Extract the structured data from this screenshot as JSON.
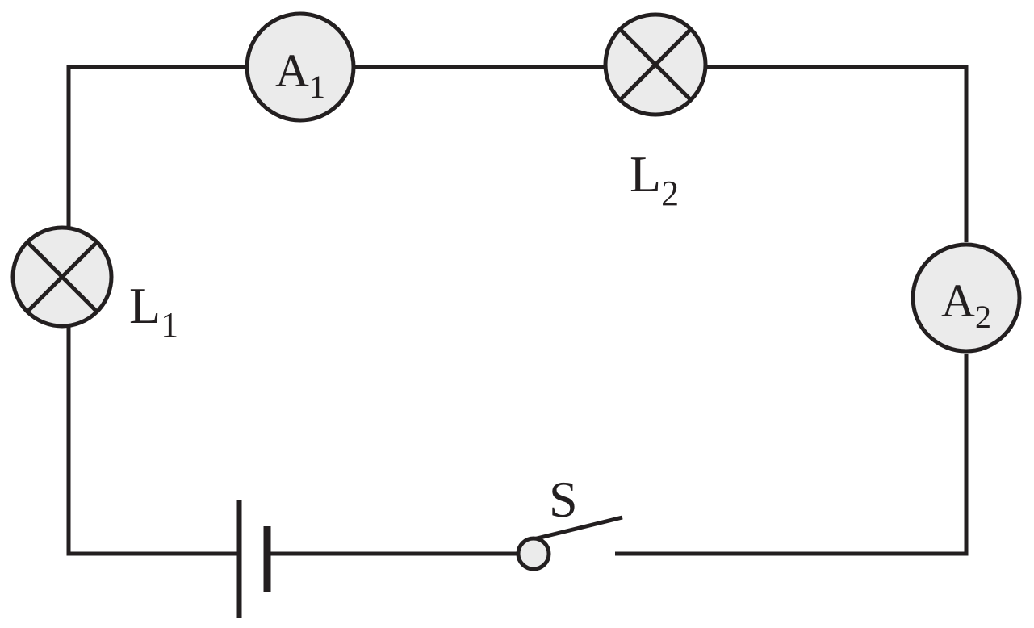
{
  "diagram": {
    "components": {
      "ammeter_1": {
        "letter": "A",
        "subscript": "1"
      },
      "ammeter_2": {
        "letter": "A",
        "subscript": "2"
      },
      "lamp_1": {
        "letter": "L",
        "subscript": "1"
      },
      "lamp_2": {
        "letter": "L",
        "subscript": "2"
      },
      "switch": {
        "letter": "S",
        "state": "open"
      },
      "cell": {
        "type": "battery"
      }
    },
    "colors": {
      "line": "#231f20",
      "component_fill": "#ebebeb",
      "background": "#ffffff"
    }
  }
}
